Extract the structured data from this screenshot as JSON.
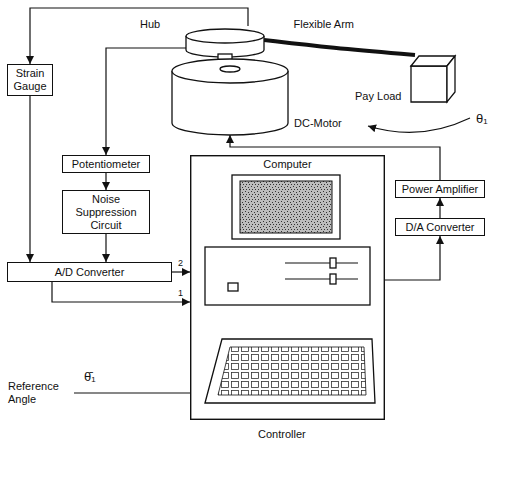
{
  "diagram": {
    "nodes": [
      {
        "text": [
          "Strain Gauge"
        ]
      },
      {
        "text": [
          "Hub"
        ]
      },
      {
        "text": [
          "DC-Motor"
        ]
      },
      {
        "text": [
          "Pay Load"
        ]
      },
      {
        "text": [
          "Potentiometer"
        ]
      },
      {
        "text": [
          "Noise Suppression Circuit"
        ]
      },
      {
        "text": [
          "A/D Converter"
        ]
      },
      {
        "text": [
          "Computer"
        ]
      },
      {
        "text": [
          "Power Amplifier"
        ]
      },
      {
        "text": [
          "D/A Converter"
        ]
      }
    ],
    "edges": [
      {
        "from": 1,
        "to": 3,
        "arrow": "none",
        "label": "Flexible Arm"
      },
      {
        "from": 1,
        "to": 0,
        "arrow": "to"
      },
      {
        "from": 1,
        "to": 4,
        "arrow": "to"
      },
      {
        "from": 4,
        "to": 5,
        "arrow": "to"
      },
      {
        "from": 5,
        "to": 6,
        "arrow": "to"
      },
      {
        "from": 0,
        "to": 6,
        "arrow": "to"
      },
      {
        "from": 6,
        "to": 7,
        "arrow": "to"
      },
      {
        "from": 6,
        "to": 7,
        "arrow": "to"
      },
      {
        "from": 7,
        "to": 9,
        "arrow": "to"
      },
      {
        "from": 9,
        "to": 8,
        "arrow": "to"
      },
      {
        "from": 8,
        "to": 2,
        "arrow": "to"
      }
    ],
    "labels": [
      "θ₁",
      "Reference Angle",
      "θ̄₁",
      "Controller",
      "2",
      "1"
    ]
  }
}
